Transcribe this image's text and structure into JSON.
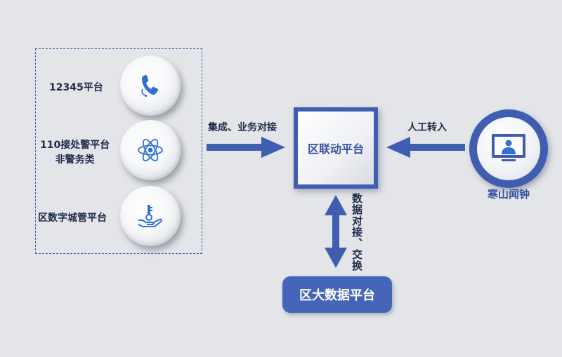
{
  "sources": [
    {
      "label": "12345平台",
      "icon": "telephone-icon"
    },
    {
      "label_lines": [
        "110接处警平台",
        "非警务类"
      ],
      "icon": "atom-icon"
    },
    {
      "label": "区数字城管平台",
      "icon": "hand-key-icon"
    }
  ],
  "center": {
    "label": "区联动平台"
  },
  "edges": {
    "left_label": "集成、业务对接",
    "right_label": "人工转入",
    "bottom_label": "数据对接、交换"
  },
  "big_data": {
    "label": "区大数据平台"
  },
  "hanshan": {
    "label": "寒山闻钟",
    "icon": "monitor-person-icon"
  },
  "colors": {
    "accent_blue": "#3f5eb0",
    "icon_blue": "#2f6fd6",
    "background": "#e4e5e9",
    "text_dark": "#1e2a4a"
  }
}
